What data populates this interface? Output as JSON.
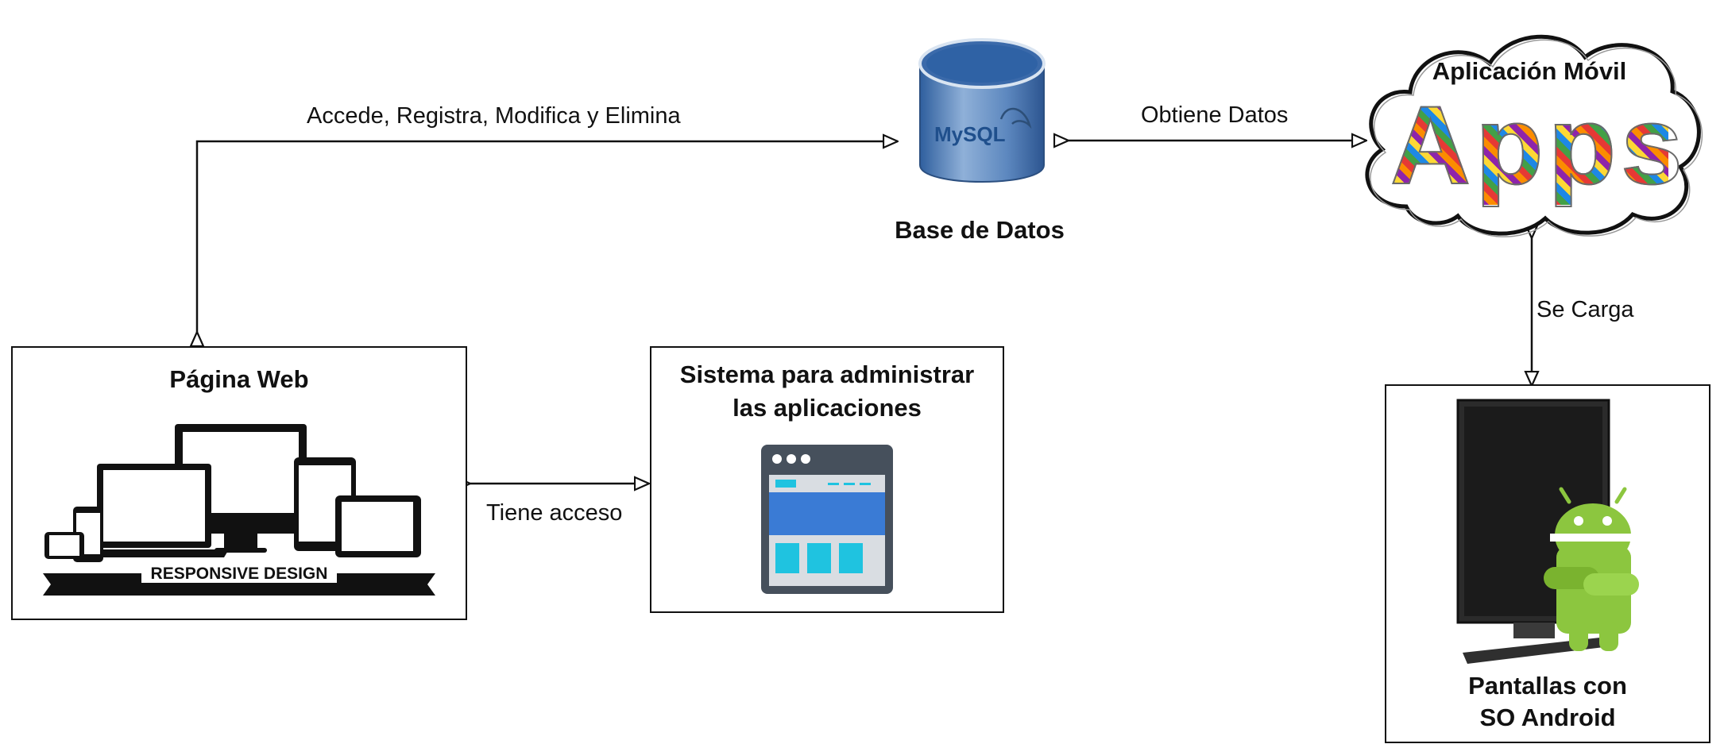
{
  "nodes": {
    "database": {
      "label": "Base de Datos",
      "logo_text": "MySQL"
    },
    "mobile_app": {
      "label": "Aplicación Móvil",
      "apps_text": "Apps"
    },
    "web_page": {
      "label": "Página Web",
      "banner_text": "RESPONSIVE DESIGN"
    },
    "admin_system": {
      "label_line1": "Sistema para administrar",
      "label_line2": "las aplicaciones"
    },
    "android_screens": {
      "label_line1": "Pantallas con",
      "label_line2": "SO Android"
    }
  },
  "edges": {
    "web_db": "Accede, Registra, Modifica y Elimina",
    "db_app": "Obtiene Datos",
    "web_admin": "Tiene acceso",
    "app_screens": "Se Carga"
  },
  "colors": {
    "line": "#111111",
    "db_body": "#4f7fb8",
    "db_top": "#3a68a8",
    "admin_frame": "#46505c",
    "admin_blue": "#3a7bd5",
    "admin_cyan": "#1fc3e0",
    "android_green": "#8cc63f"
  }
}
